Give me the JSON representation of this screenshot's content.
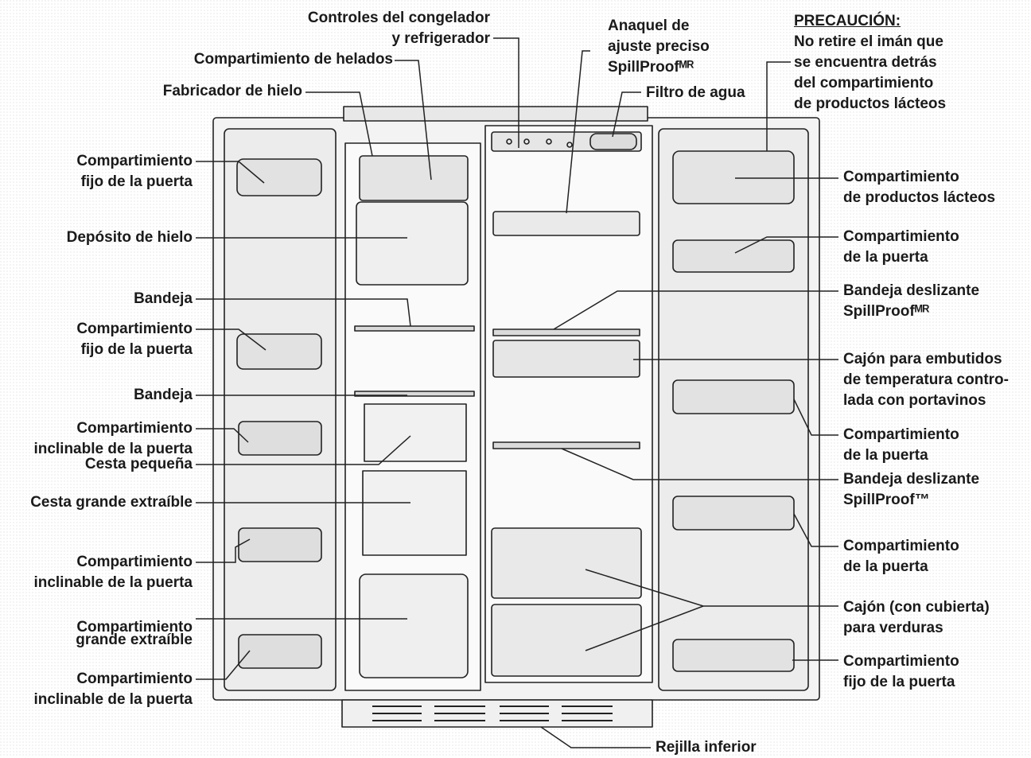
{
  "labels": {
    "controles": [
      "Controles del congelador",
      "y refrigerador"
    ],
    "helados": "Compartimiento de helados",
    "fabricador": "Fabricador de hielo",
    "anaquel": [
      "Anaquel de",
      "ajuste preciso",
      "SpillProofᴹᴿ"
    ],
    "filtro": "Filtro de agua",
    "precaucion_title": "PRECAUCIÓN:",
    "precaucion_text": [
      "No retire el imán que",
      "se encuentra detrás",
      "del compartimiento",
      "de productos lácteos"
    ],
    "left_fijo_1": [
      "Compartimiento",
      "fijo de la puerta"
    ],
    "deposito": "Depósito de hielo",
    "bandeja_1": "Bandeja",
    "left_fijo_2": [
      "Compartimiento",
      "fijo de la puerta"
    ],
    "bandeja_2": "Bandeja",
    "left_inclinable_1": [
      "Compartimiento",
      "inclinable de la puerta"
    ],
    "cesta_pequena": "Cesta pequeña",
    "cesta_grande": "Cesta grande extraíble",
    "left_inclinable_2": [
      "Compartimiento",
      "inclinable de la puerta"
    ],
    "grande_extraible": [
      "Compartimiento",
      "grande extraíble"
    ],
    "left_inclinable_3": [
      "Compartimiento",
      "inclinable de la puerta"
    ],
    "lacteos": [
      "Compartimiento",
      "de productos lácteos"
    ],
    "right_puerta_1": [
      "Compartimiento",
      "de la puerta"
    ],
    "bandeja_deslizante_1": [
      "Bandeja deslizante",
      "SpillProofᴹᴿ"
    ],
    "cajon_embutidos": [
      "Cajón para embutidos",
      "de temperatura contro-",
      "lada con portavinos"
    ],
    "right_puerta_2": [
      "Compartimiento",
      "de la puerta"
    ],
    "bandeja_deslizante_2": [
      "Bandeja deslizante",
      "SpillProof™"
    ],
    "right_puerta_3": [
      "Compartimiento",
      "de la puerta"
    ],
    "cajon_verduras": [
      "Cajón (con cubierta)",
      "para verduras"
    ],
    "right_fijo": [
      "Compartimiento",
      "fijo de la puerta"
    ],
    "rejilla": "Rejilla inferior"
  }
}
